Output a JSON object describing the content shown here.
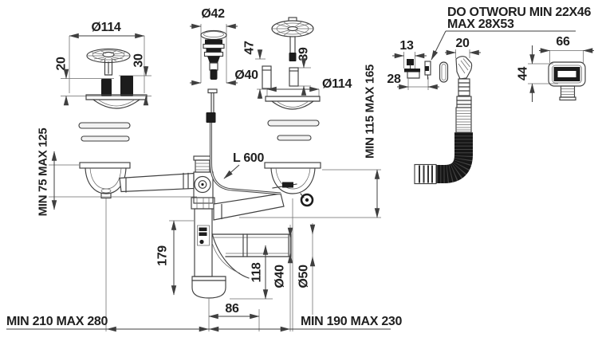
{
  "drawing": {
    "callout": {
      "line1": "DO OTWORU MIN 22X46",
      "line2": "MAX 28X53"
    },
    "dimensions": {
      "left_strainer_dia": "Ø114",
      "left_strainer_h_small": "20",
      "left_strainer_h_large": "30",
      "plug_dia": "Ø42",
      "plug_body_dia": "Ø40",
      "right_strainer_h": "47",
      "right_tube_h": "39",
      "right_strainer_dia": "Ø114",
      "clip_w": "13",
      "clip_h": "28",
      "overflow_elbow_w": "20",
      "overflow_box_w": "66",
      "overflow_box_h": "44",
      "cable_length": "L 600",
      "left_mount_range": "MIN 75 MAX 125",
      "right_mount_range": "MIN 115 MAX 165",
      "trap_h": "179",
      "outlet_drop": "118",
      "outlet_dia_inner": "Ø40",
      "outlet_dia_outer": "Ø50",
      "trap_offset": "86",
      "span_left": "MIN 210 MAX 280",
      "span_right": "MIN 190 MAX 230"
    },
    "colors": {
      "line": "#3f3f3f",
      "text": "#1f1f1f",
      "dark_fill": "#1c1c1c",
      "background": "#ffffff"
    }
  }
}
